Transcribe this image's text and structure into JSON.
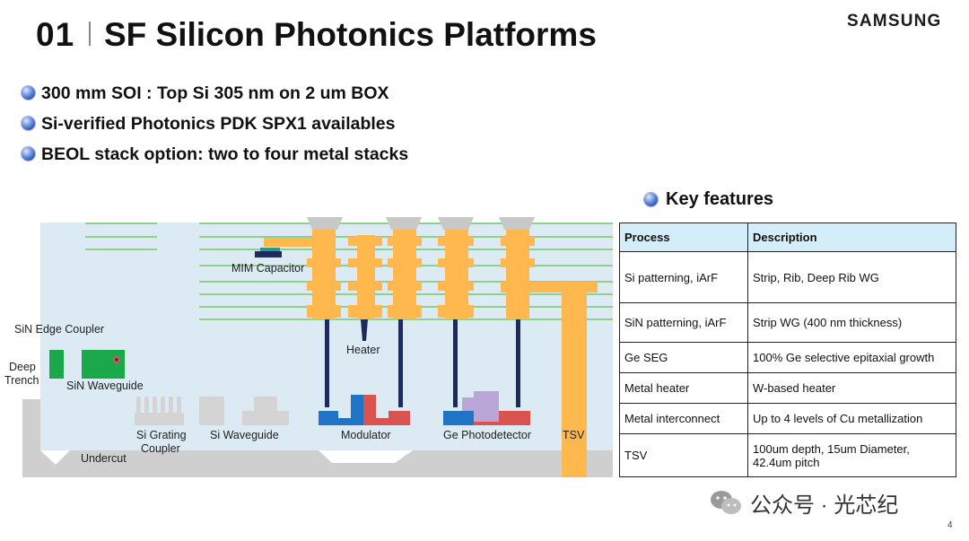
{
  "header": {
    "slide_number": "01",
    "title": "SF Silicon Photonics Platforms",
    "logo_text": "SAMSUNG"
  },
  "bullets": [
    "300 mm SOI : Top Si 305 nm on 2 um BOX",
    "Si-verified Photonics PDK SPX1 availables",
    "BEOL stack option: two to four metal stacks"
  ],
  "diagram": {
    "labels": {
      "mim_capacitor": "MIM Capacitor",
      "sin_edge_coupler": "SiN Edge Coupler",
      "deep_trench_line1": "Deep",
      "deep_trench_line2": "Trench",
      "sin_waveguide": "SiN Waveguide",
      "heater": "Heater",
      "si_grating_line1": "Si Grating",
      "si_grating_line2": "Coupler",
      "si_waveguide": "Si Waveguide",
      "modulator": "Modulator",
      "ge_photodetector": "Ge Photodetector",
      "tsv": "TSV",
      "undercut": "Undercut"
    },
    "colors": {
      "metal": "#ffb84d",
      "oxide": "#dbeaf3",
      "sin": "#1aa84a",
      "doped_blue": "#1f74c6",
      "doped_red": "#d9534f",
      "germanium": "#b9a6d6",
      "via": "#1c2a5e"
    }
  },
  "key_features": {
    "title": "Key features",
    "columns": [
      "Process",
      "Description"
    ],
    "rows": [
      {
        "process": "Si patterning, iArF",
        "description": "Strip, Rib, Deep Rib WG"
      },
      {
        "process": "SiN patterning, iArF",
        "description": "Strip WG (400 nm thickness)"
      },
      {
        "process": "Ge SEG",
        "description": "100% Ge selective epitaxial growth"
      },
      {
        "process": "Metal heater",
        "description": "W-based heater"
      },
      {
        "process": "Metal interconnect",
        "description": "Up to 4 levels of Cu metallization"
      },
      {
        "process": "TSV",
        "description": "100um depth, 15um Diameter, 42.4um pitch"
      }
    ]
  },
  "watermark": "公众号 · 光芯纪",
  "page_number": "4"
}
